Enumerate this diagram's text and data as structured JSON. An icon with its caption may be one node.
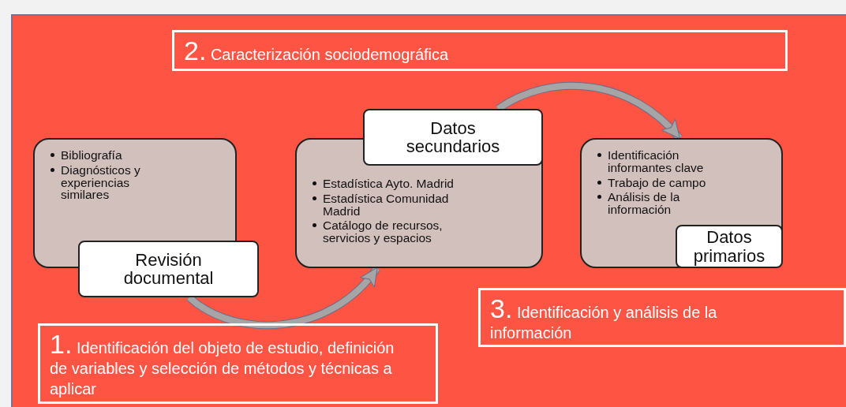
{
  "diagram": {
    "nodes": [
      {
        "text": [
          "2.",
          "Caracterización sociodemográfica"
        ]
      },
      {
        "text": [
          "Bibliografía",
          "Diagnósticos y experiencias similares"
        ]
      },
      {
        "text": [
          "Revisión documental"
        ]
      },
      {
        "text": [
          "Estadística Ayto. Madrid",
          "Estadística Comunidad Madrid",
          "Catálogo de recursos, servicios y espacios"
        ]
      },
      {
        "text": [
          "Datos secundarios"
        ]
      },
      {
        "text": [
          "Identificación informantes clave",
          "Trabajo de campo",
          "Análisis de la información"
        ]
      },
      {
        "text": [
          "Datos primarios"
        ],
        "in": 5
      },
      {
        "text": [
          "1.",
          "Identificación del objeto de estudio, definición de variables  y  selección de métodos y técnicas a aplicar"
        ]
      },
      {
        "text": [
          "3.",
          "Identificación y análisis de la información"
        ]
      }
    ],
    "edges": [
      {
        "from": 2,
        "to": 3,
        "arrow": "to"
      },
      {
        "from": 4,
        "to": 5,
        "arrow": "to"
      }
    ]
  }
}
